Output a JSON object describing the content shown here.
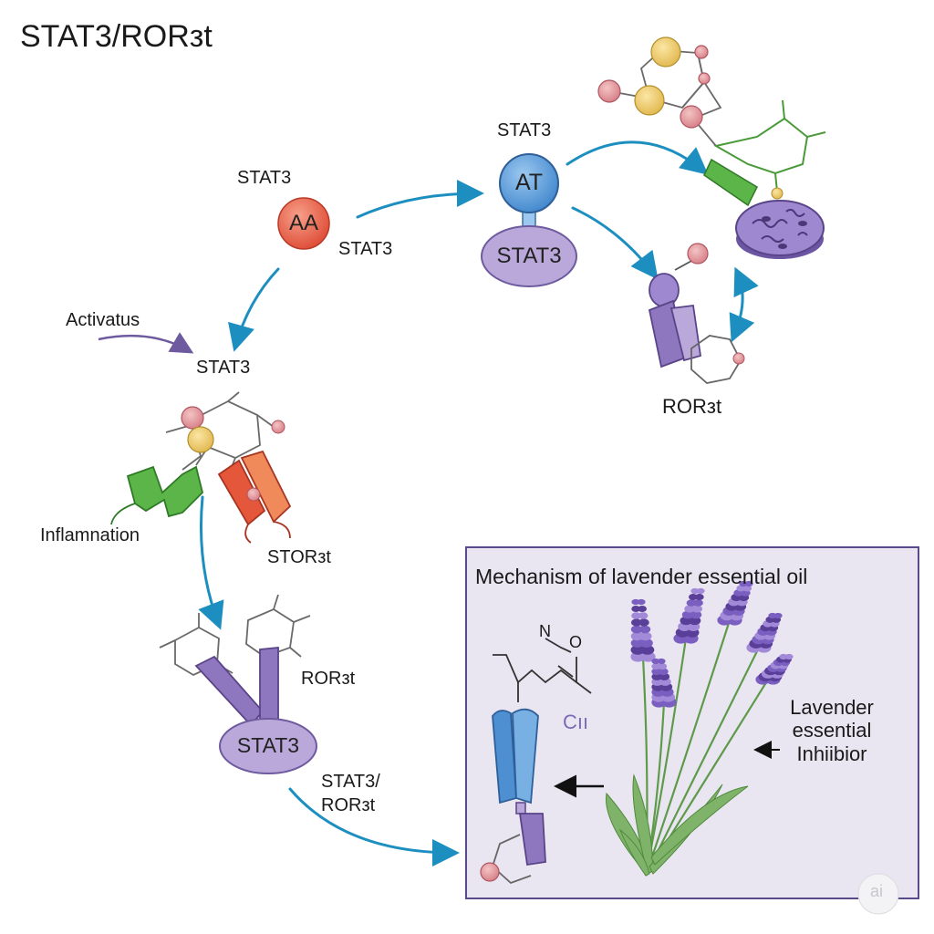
{
  "title": "STAT3/RORзt",
  "colors": {
    "arrow": "#1c8fc0",
    "purple": "#8f77bf",
    "purple_light": "#b9a8d9",
    "green": "#5cb548",
    "red": "#e5573a",
    "blue": "#4d8fd0",
    "panel_bg": "#e9e6f2",
    "panel_border": "#5a4a8a",
    "lavender": "#6a4fa8"
  },
  "nodes": {
    "aa": {
      "text": "AA",
      "label_top": "STAT3",
      "label_right": "STAT3"
    },
    "at": {
      "text": "AT",
      "label_top": "STAT3"
    },
    "stat3_upper": {
      "text": "STAT3"
    },
    "stat3_lower": {
      "text": "STAT3"
    }
  },
  "labels": {
    "activatus": "Activatus",
    "stat3_mid": "STAT3",
    "inflammation": "Inflamnation",
    "stor3t": "STORзt",
    "ror3t_right": "RORзt",
    "ror3t_lower": "RORзt",
    "stat3_ror3t_line1": "STAT3/",
    "stat3_ror3t_line2": "RORзt"
  },
  "panel": {
    "title": "Mechanism of lavender essential oil",
    "chem_n": "N",
    "chem_o": "O",
    "glyph": "Cıı",
    "side_label": [
      "Lavender",
      "essential",
      "Inhiibior"
    ]
  },
  "watermark": "ai"
}
